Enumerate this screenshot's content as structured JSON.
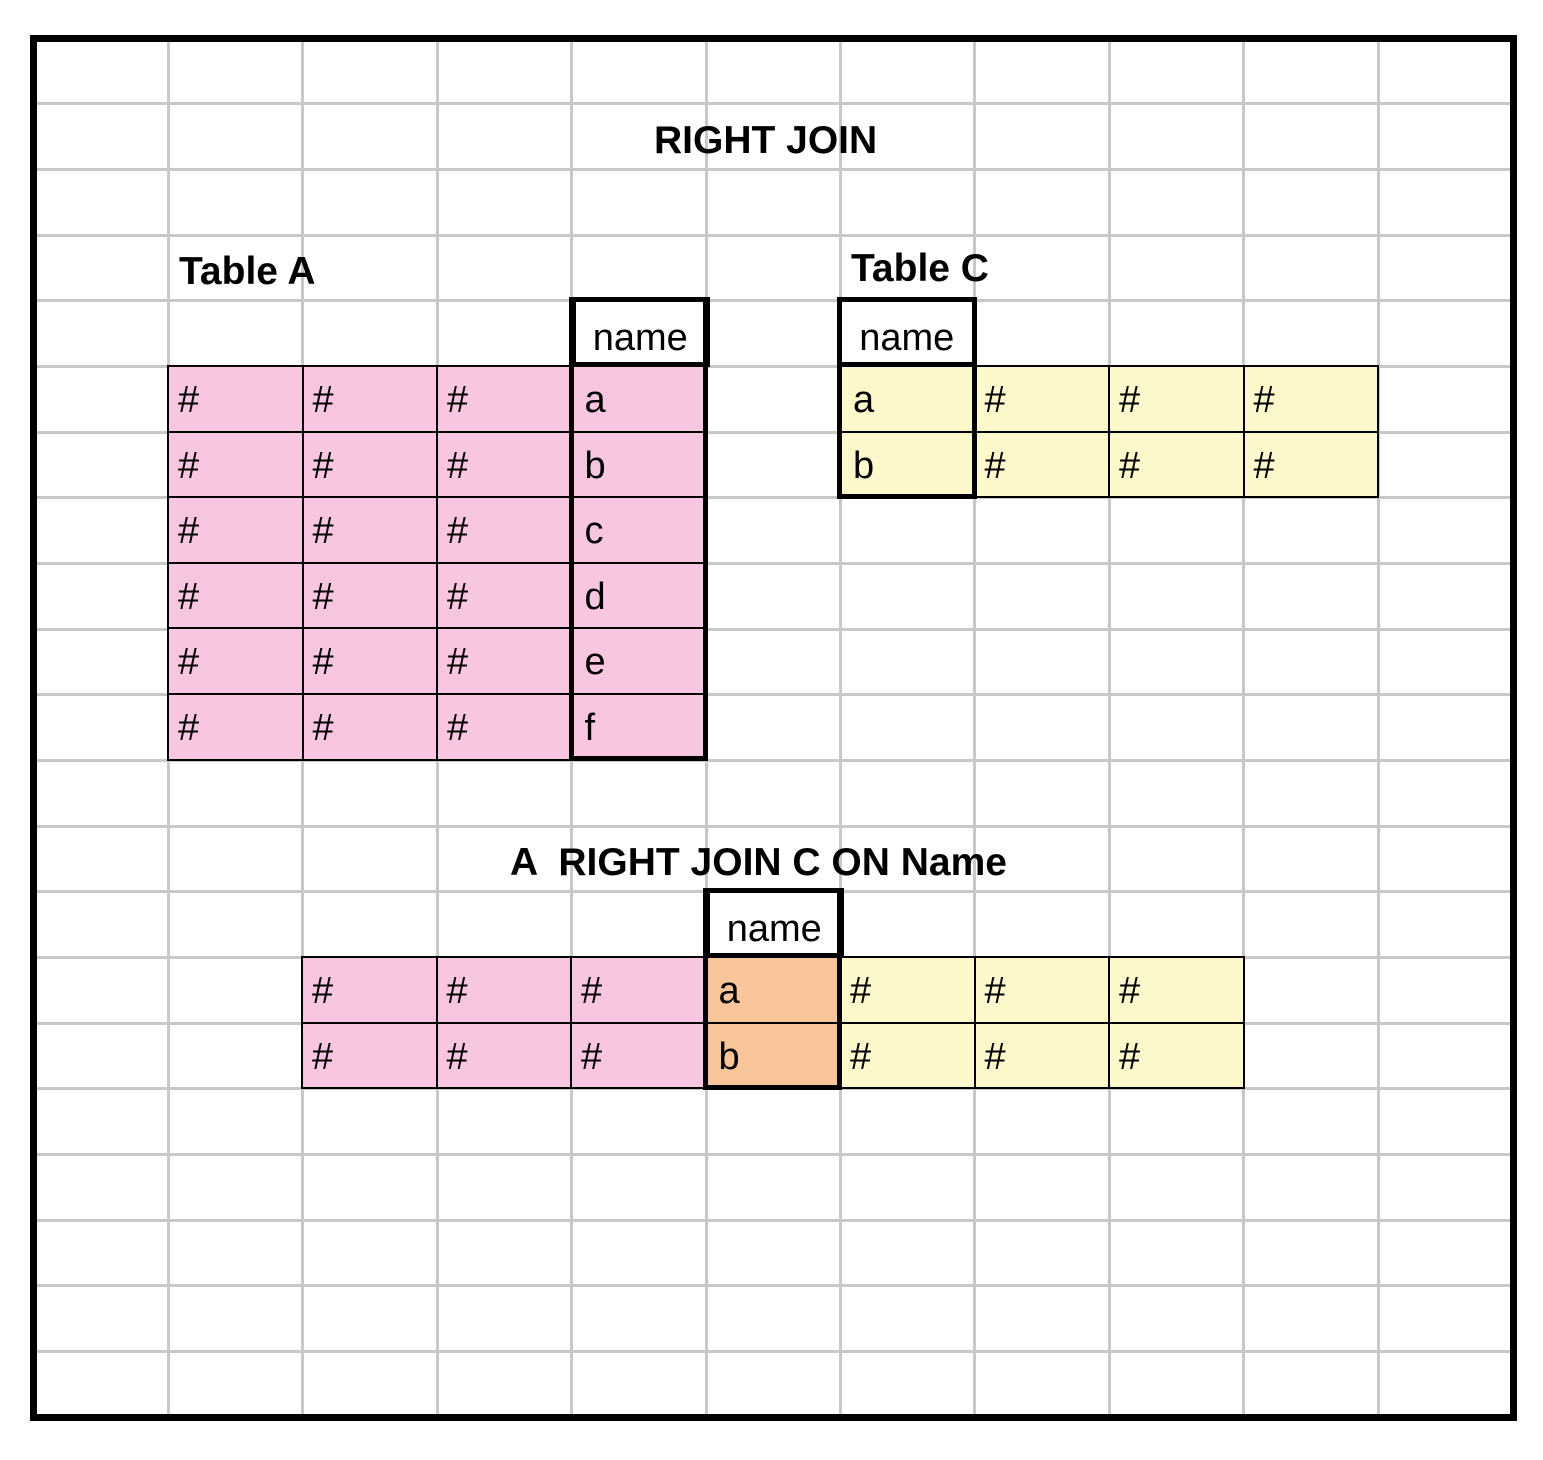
{
  "diagram": {
    "title": "RIGHT JOIN",
    "table_a": {
      "label": "Table A",
      "key_header": "name",
      "rows": [
        {
          "cols": [
            "#",
            "#",
            "#"
          ],
          "name": "a"
        },
        {
          "cols": [
            "#",
            "#",
            "#"
          ],
          "name": "b"
        },
        {
          "cols": [
            "#",
            "#",
            "#"
          ],
          "name": "c"
        },
        {
          "cols": [
            "#",
            "#",
            "#"
          ],
          "name": "d"
        },
        {
          "cols": [
            "#",
            "#",
            "#"
          ],
          "name": "e"
        },
        {
          "cols": [
            "#",
            "#",
            "#"
          ],
          "name": "f"
        }
      ]
    },
    "table_c": {
      "label": "Table C",
      "key_header": "name",
      "rows": [
        {
          "name": "a",
          "cols": [
            "#",
            "#",
            "#"
          ]
        },
        {
          "name": "b",
          "cols": [
            "#",
            "#",
            "#"
          ]
        }
      ]
    },
    "result": {
      "label": "A  RIGHT JOIN C ON Name",
      "key_header": "name",
      "rows": [
        {
          "left": [
            "#",
            "#",
            "#"
          ],
          "name": "a",
          "right": [
            "#",
            "#",
            "#"
          ]
        },
        {
          "left": [
            "#",
            "#",
            "#"
          ],
          "name": "b",
          "right": [
            "#",
            "#",
            "#"
          ]
        }
      ]
    },
    "colors": {
      "table_a": "#f8c6e1",
      "table_c": "#fdf8cc",
      "join_key": "#f8c69a",
      "grid": "#c8c8c8",
      "border": "#000000"
    }
  }
}
